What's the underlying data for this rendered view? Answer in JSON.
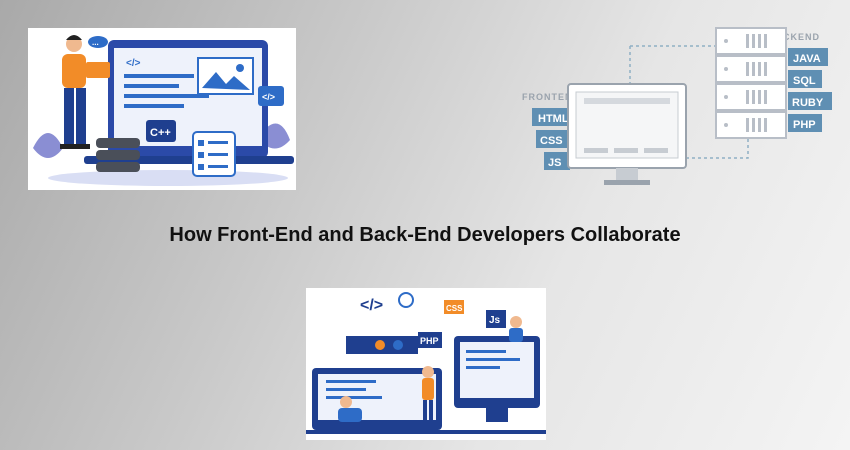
{
  "headline": "How Front-End and Back-End Developers Collaborate",
  "colors": {
    "accent_blue": "#2e6cc7",
    "dark_blue": "#1f3f8f",
    "orange": "#f28c28",
    "headline": "#111111",
    "server_gray": "#b8bec7"
  },
  "frontend_illustration": {
    "code_tag": "</>",
    "cpp_label": "C++",
    "side_tag": "</>",
    "speech": "..."
  },
  "backend_diagram": {
    "frontend_heading": "FRONTEND",
    "backend_heading": "BACKEND",
    "frontend_tech": [
      "HTML",
      "CSS",
      "JS"
    ],
    "backend_tech": [
      "JAVA",
      "SQL",
      "RUBY",
      "PHP"
    ]
  },
  "collab_illustration": {
    "code_tag": "</>",
    "css_label": "CSS",
    "js_label": "Js",
    "php_label": "PHP"
  }
}
